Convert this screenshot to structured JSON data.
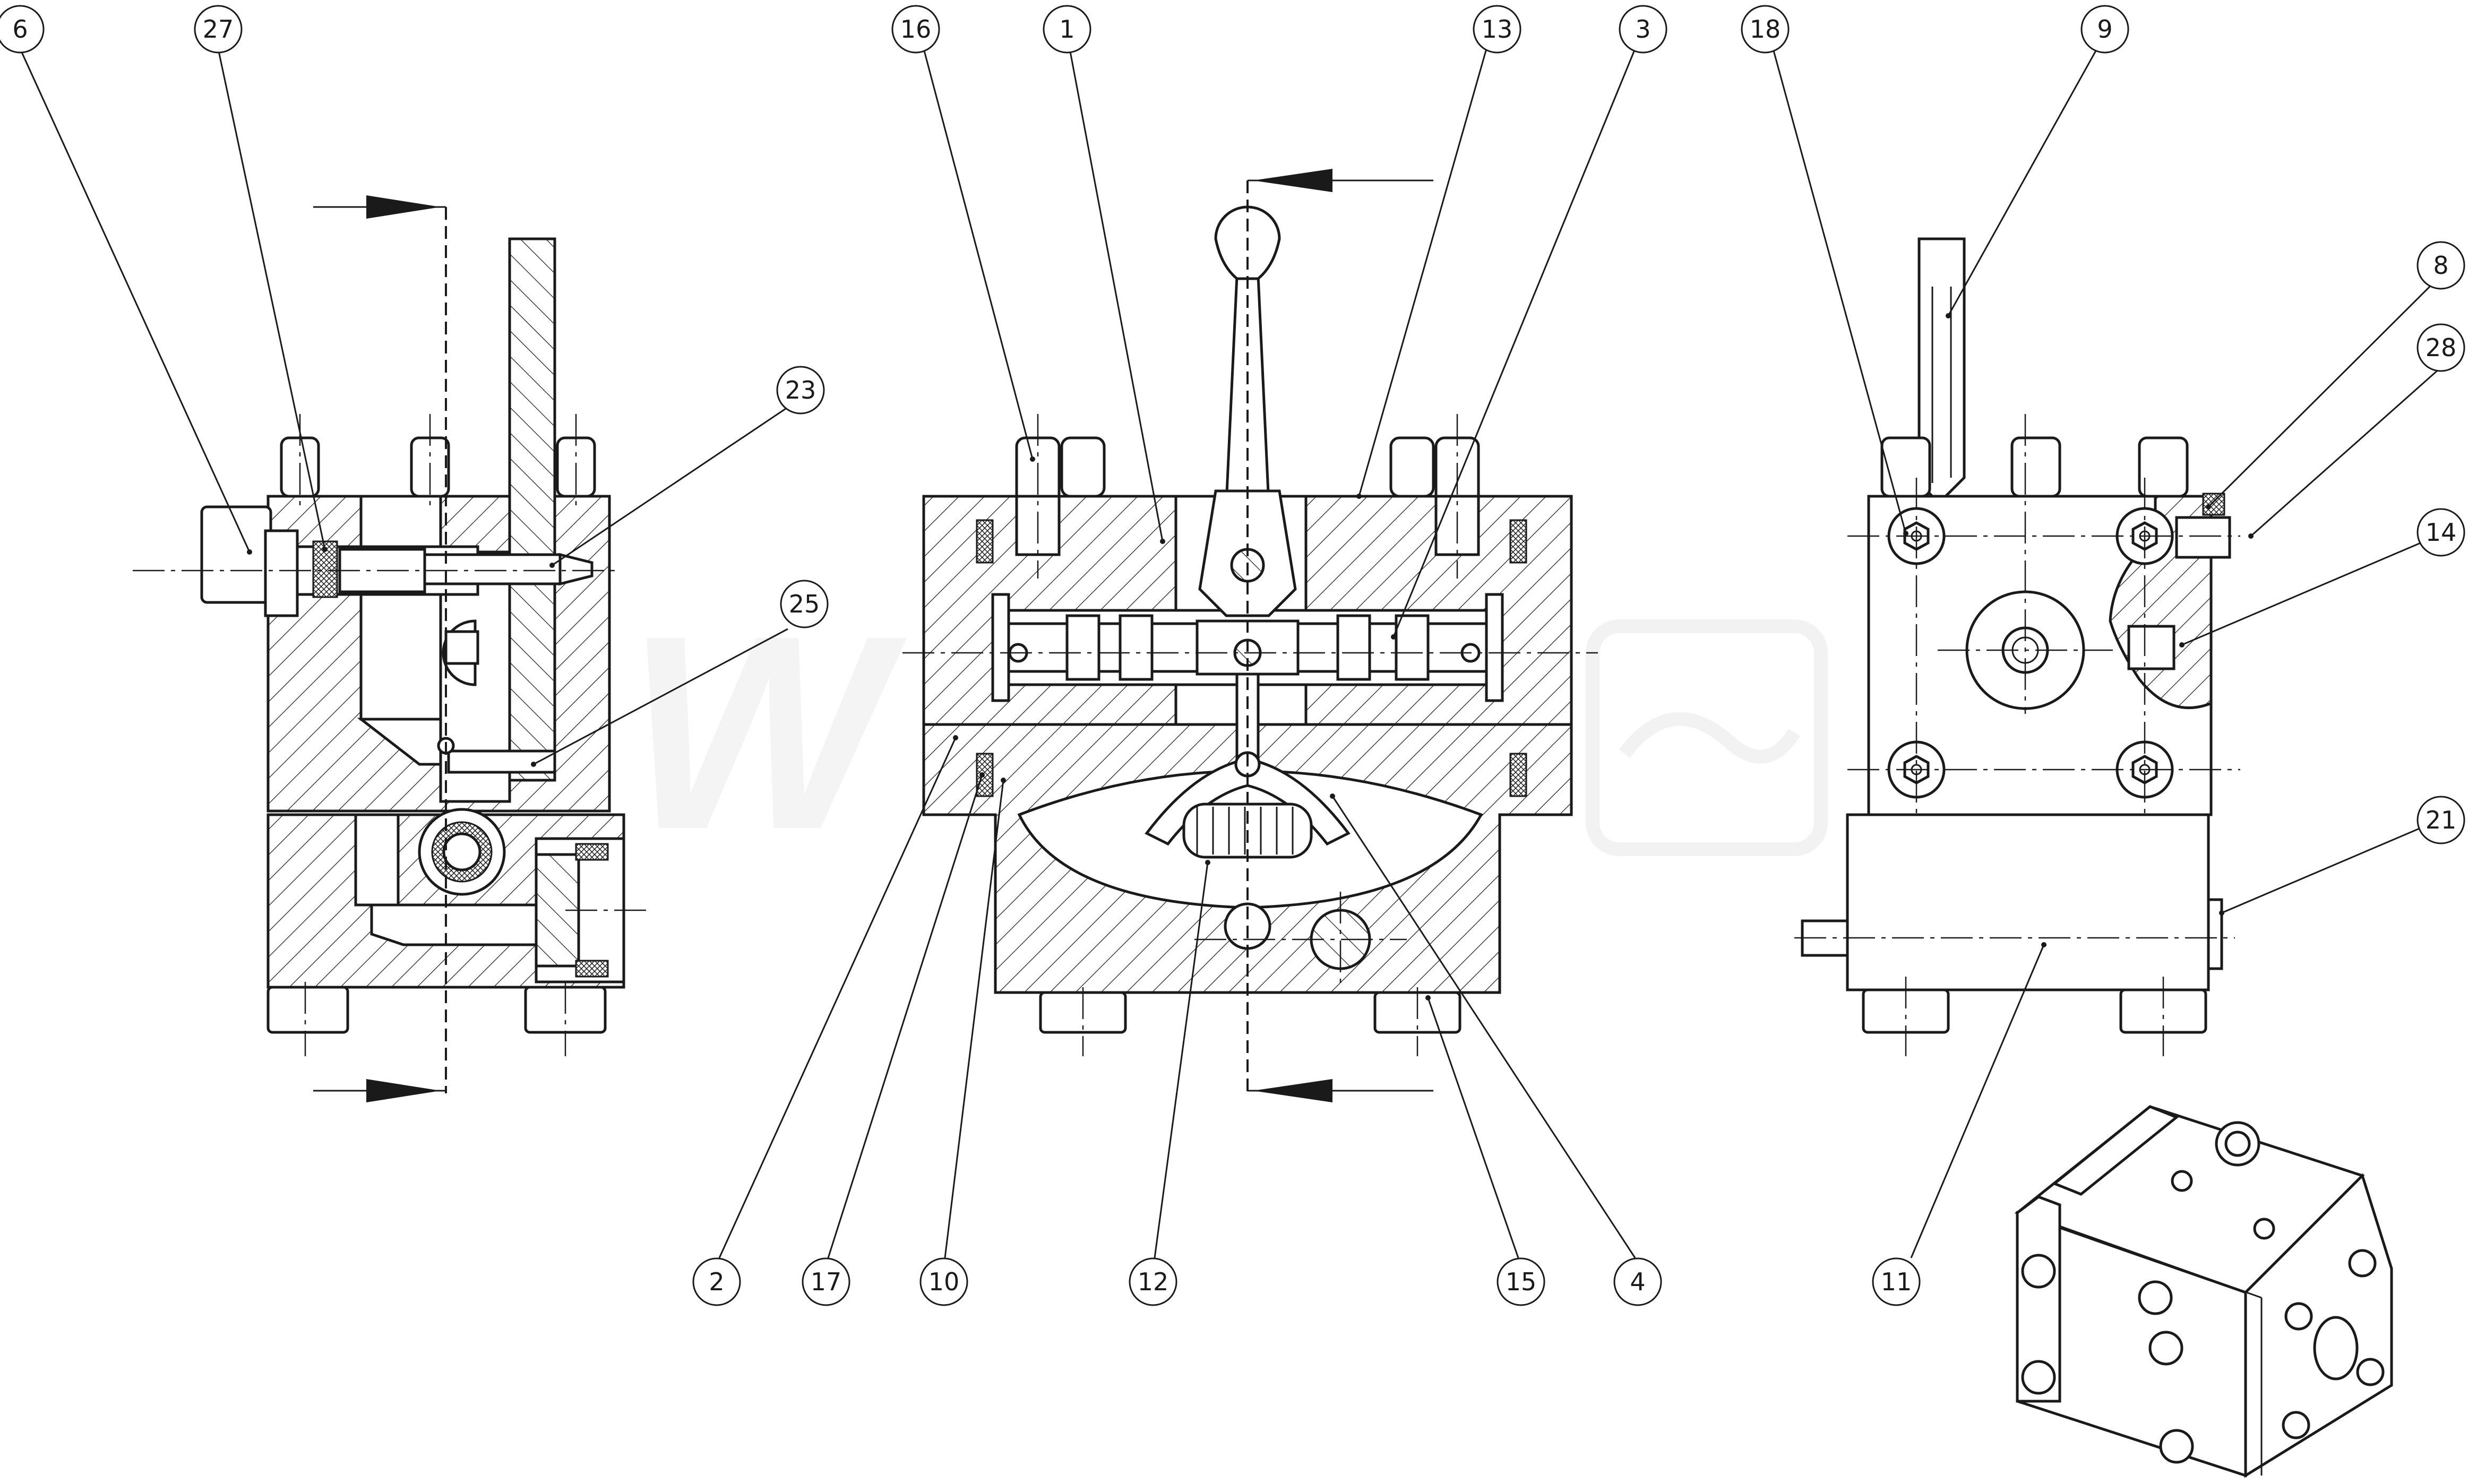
{
  "watermark": "W",
  "part_numbers": [
    {
      "id": "6",
      "label": "6"
    },
    {
      "id": "27",
      "label": "27"
    },
    {
      "id": "23",
      "label": "23"
    },
    {
      "id": "25",
      "label": "25"
    },
    {
      "id": "16",
      "label": "16"
    },
    {
      "id": "1",
      "label": "1"
    },
    {
      "id": "13",
      "label": "13"
    },
    {
      "id": "3",
      "label": "3"
    },
    {
      "id": "18",
      "label": "18"
    },
    {
      "id": "9",
      "label": "9"
    },
    {
      "id": "8",
      "label": "8"
    },
    {
      "id": "28",
      "label": "28"
    },
    {
      "id": "14",
      "label": "14"
    },
    {
      "id": "21",
      "label": "21"
    },
    {
      "id": "2",
      "label": "2"
    },
    {
      "id": "17",
      "label": "17"
    },
    {
      "id": "10",
      "label": "10"
    },
    {
      "id": "12",
      "label": "12"
    },
    {
      "id": "15",
      "label": "15"
    },
    {
      "id": "4",
      "label": "4"
    },
    {
      "id": "11",
      "label": "11"
    }
  ],
  "colors": {
    "line": "#1a1a1a",
    "background": "#ffffff",
    "watermark": "#f4f4f4"
  }
}
